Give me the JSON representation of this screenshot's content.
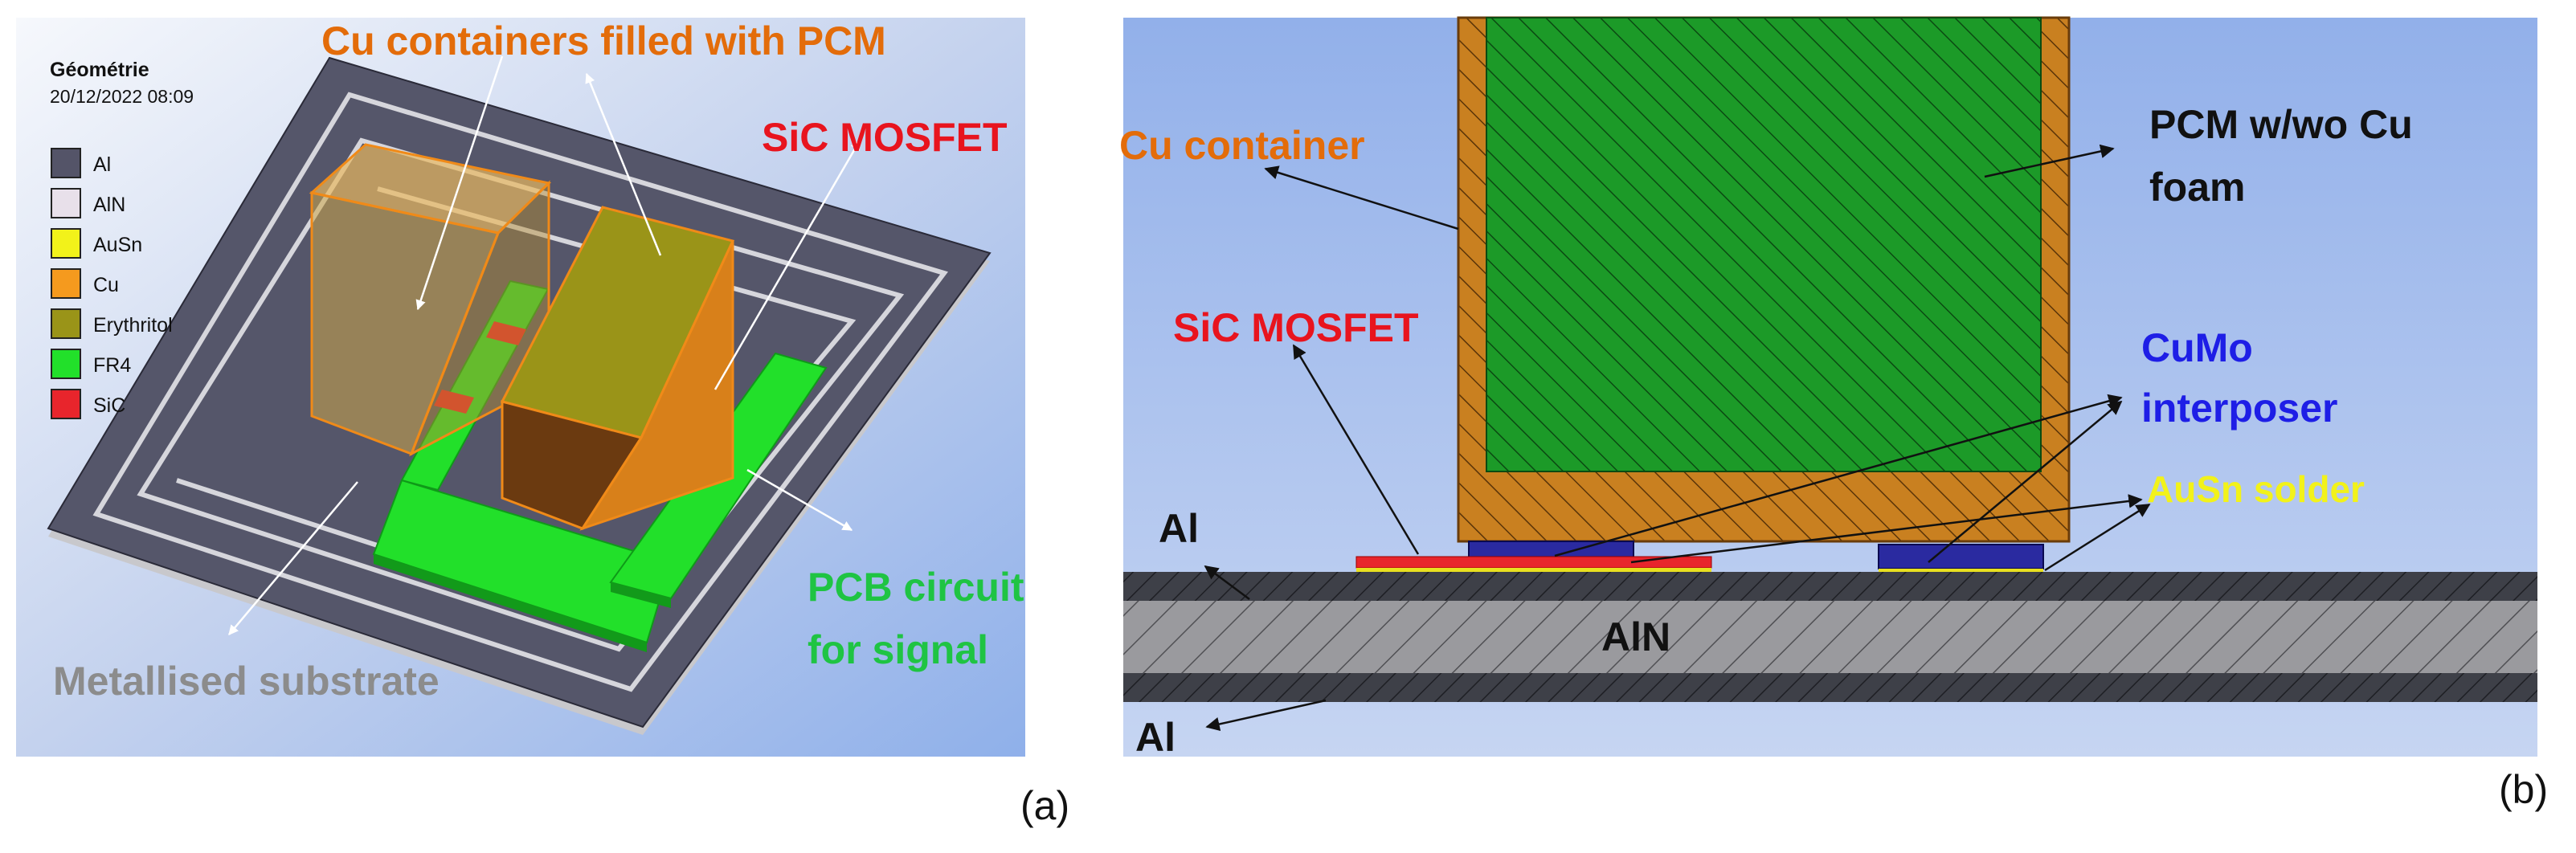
{
  "panel_a": {
    "tag": "(a)",
    "header_title": "Géométrie",
    "header_date": "20/12/2022 08:09",
    "legend": [
      {
        "label": "Al",
        "color": "#545468"
      },
      {
        "label": "AlN",
        "color": "#e8e0ea"
      },
      {
        "label": "AuSn",
        "color": "#f2f21a"
      },
      {
        "label": "Cu",
        "color": "#f59a1e"
      },
      {
        "label": "Erythritol",
        "color": "#9a9418"
      },
      {
        "label": "FR4",
        "color": "#22e02a"
      },
      {
        "label": "SiC",
        "color": "#e8252c"
      }
    ],
    "labels": {
      "cu_containers": "Cu containers filled with PCM",
      "sic_mosfet": "SiC MOSFET",
      "pcb_line1": "PCB circuit",
      "pcb_line2": "for signal",
      "substrate": "Metallised substrate"
    }
  },
  "panel_b": {
    "tag": "(b)",
    "labels": {
      "cu_container": "Cu container",
      "pcm_line1": "PCM w/wo Cu",
      "pcm_line2": "foam",
      "sic_mosfet": "SiC MOSFET",
      "cumo_line1": "CuMo",
      "cumo_line2": "interposer",
      "ausn": "AuSn solder",
      "al_top": "Al",
      "aln": "AlN",
      "al_bottom": "Al"
    }
  },
  "colors": {
    "cu_label": "#e36c0a",
    "sic_label": "#e8141e",
    "pcb_label": "#1fc443",
    "substrate_label": "#8c8c8c",
    "cumo_label": "#1e1ee6",
    "ausn_label": "#f2f21a"
  }
}
